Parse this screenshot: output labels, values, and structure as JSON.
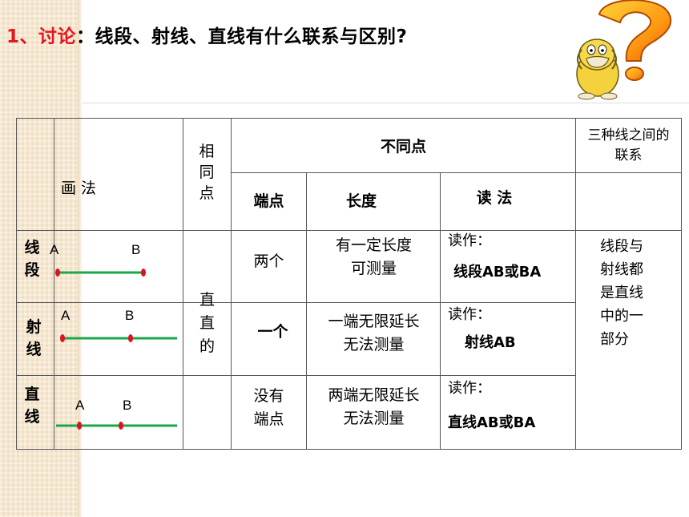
{
  "title": {
    "number": "1、",
    "keyword": "讨论",
    "text": "：线段、射线、直线有什么联系与区别?"
  },
  "mascot": {
    "icon": "psyduck-question-icon"
  },
  "table": {
    "header": {
      "drawing": "画 法",
      "same": [
        "相",
        "同",
        "点"
      ],
      "different": "不同点",
      "relation": [
        "三种线之间的",
        "联系"
      ],
      "endpoints": "端点",
      "length": "长度",
      "reading": "读 法"
    },
    "rows": [
      {
        "name": [
          "线",
          "段"
        ],
        "pointA": "A",
        "pointB": "B",
        "endpoints": "两个",
        "length": [
          "有一定长度",
          "可测量"
        ],
        "read_prefix": "读作：",
        "read_value": "线段AB或BA"
      },
      {
        "name": [
          "射",
          "线"
        ],
        "pointA": "A",
        "pointB": "B",
        "endpoints": "一个",
        "length": [
          "一端无限延长",
          "无法测量"
        ],
        "read_prefix": "读作：",
        "read_value": "射线AB"
      },
      {
        "name": [
          "直",
          "线"
        ],
        "pointA": "A",
        "pointB": "B",
        "endpoints": [
          "没有",
          "端点"
        ],
        "length": [
          "两端无限延长",
          "无法测量"
        ],
        "read_prefix": "读作：",
        "read_value": "直线AB或BA"
      }
    ],
    "common": [
      "直",
      "直",
      "的"
    ],
    "relation_text": [
      "线段与",
      "射线都",
      "是直线",
      "中的一",
      "部分"
    ]
  },
  "colors": {
    "accent_red": "#e8141c",
    "line_green": "#1aa64b",
    "point_red": "#e0101e",
    "border": "#555555"
  }
}
